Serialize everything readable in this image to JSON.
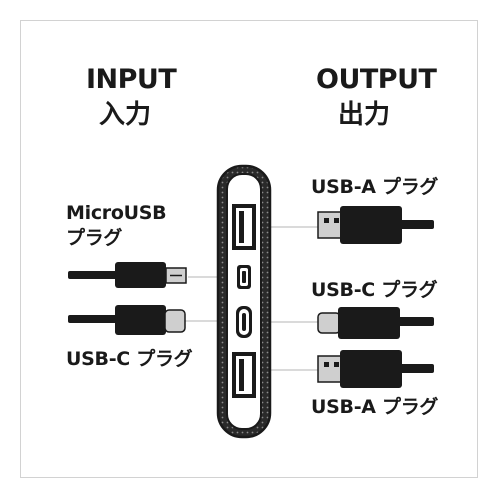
{
  "input": {
    "title": "INPUT",
    "title_jp": "入力"
  },
  "output": {
    "title": "OUTPUT",
    "title_jp": "出力"
  },
  "labels": {
    "micro_line1": "MicroUSB",
    "micro_line2": "プラグ",
    "usbc_in": "USB-C プラグ",
    "usba_top": "USB-A プラグ",
    "usbc_out": "USB-C プラグ",
    "usba_bottom": "USB-A プラグ"
  },
  "colors": {
    "ink": "#1a1a1a",
    "metal": "#cfcfcf",
    "leader": "#b5b5b5",
    "border": "#d2d2d2"
  }
}
